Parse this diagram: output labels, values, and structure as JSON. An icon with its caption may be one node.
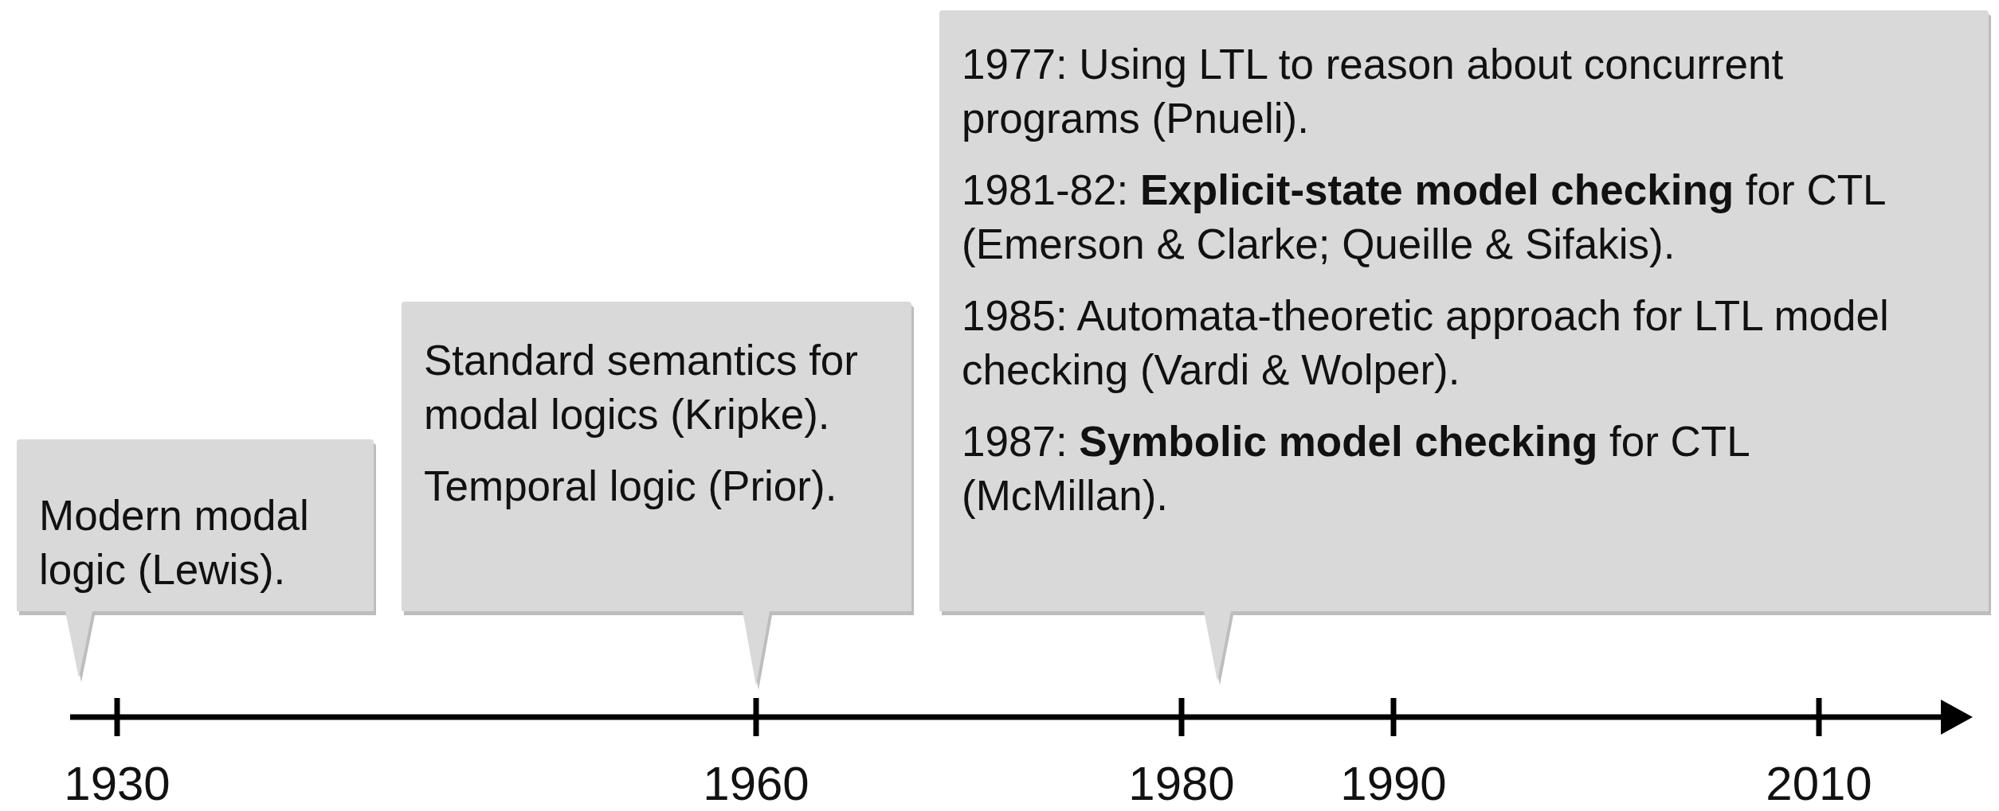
{
  "diagram": {
    "nodes": [
      {
        "text": [
          "Modern modal logic (Lewis)."
        ]
      },
      {
        "text": [
          "Standard semantics for modal logics (Kripke).",
          "Temporal logic (Prior)."
        ]
      },
      {
        "text": [
          "1977:  Using LTL to reason about concurrent programs (Pnueli).",
          "1981-82:  **Explicit-state model checking** for CTL (Emerson & Clarke; Queille & Sifakis).",
          "1985:  Automata-theoretic approach for LTL model checking (Vardi & Wolper).",
          "1987:  **Symbolic model checking** for CTL (McMillan)."
        ]
      }
    ],
    "edges": [],
    "labels": [
      "1930",
      "1960",
      "1980",
      "1990",
      "2010"
    ]
  }
}
